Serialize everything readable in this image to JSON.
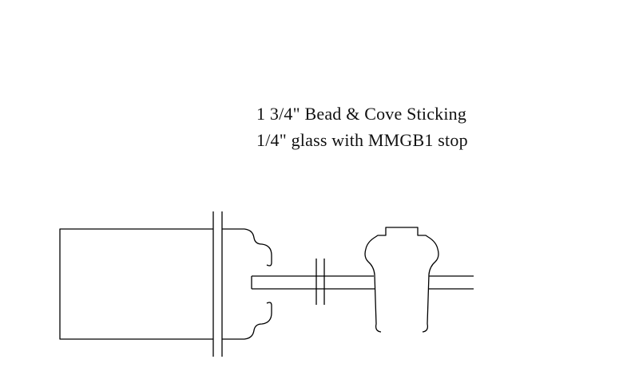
{
  "page": {
    "background": "#ffffff"
  },
  "annotation": {
    "line1": "1 3/4\" Bead & Cove Sticking",
    "line2": "1/4\" glass with MMGB1 stop"
  },
  "drawing": {
    "stroke_color": "#000000",
    "parts": [
      "rail-section",
      "joint-parting-lines",
      "sticking-profile-upper",
      "sticking-profile-lower",
      "glass-panel-lines",
      "glass-break-mark",
      "glazing-stop-profile"
    ]
  }
}
